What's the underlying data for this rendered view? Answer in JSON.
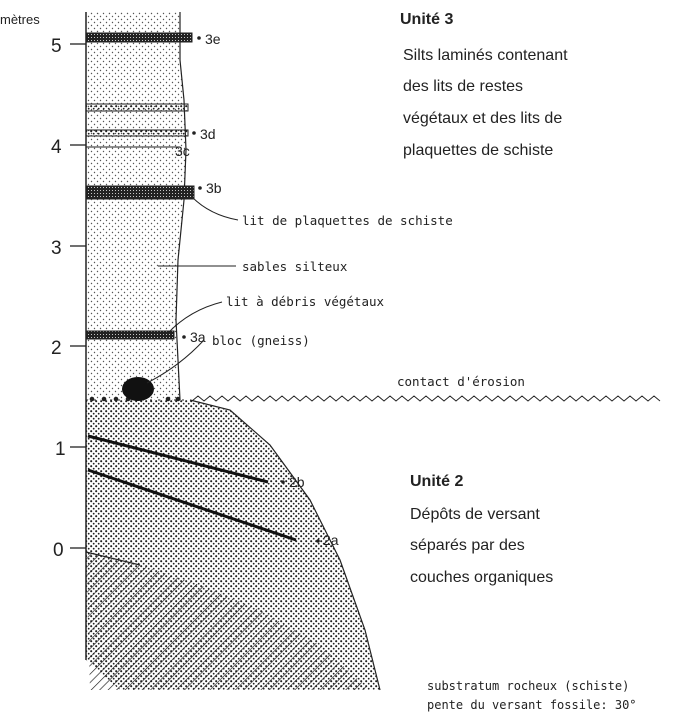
{
  "axis": {
    "unit": "mètres",
    "ticks": [
      "5",
      "4",
      "3",
      "2",
      "1",
      "0"
    ]
  },
  "samples": {
    "s3e": "3e",
    "s3d": "3d",
    "s3c": "3c",
    "s3b": "3b",
    "s3a": "3a",
    "s2b": "2b",
    "s2a": "2a"
  },
  "annotations": {
    "plaquettes": "lit de plaquettes de schiste",
    "sables": "sables silteux",
    "debris": "lit à débris végétaux",
    "bloc": "bloc (gneiss)",
    "contact": "contact d'érosion",
    "substratum_line1": "substratum rocheux (schiste)",
    "substratum_line2": "pente du versant fossile: 30°"
  },
  "units": {
    "unite3": {
      "title": "Unité 3",
      "lines": [
        "Silts laminés contenant",
        "des lits de restes",
        "végétaux et des lits de",
        "plaquettes de schiste"
      ]
    },
    "unite2": {
      "title": "Unité 2",
      "lines": [
        "Dépôts de versant",
        "séparés par des",
        "couches organiques"
      ]
    }
  },
  "colors": {
    "ink": "#222222",
    "stipple": "#555555"
  }
}
